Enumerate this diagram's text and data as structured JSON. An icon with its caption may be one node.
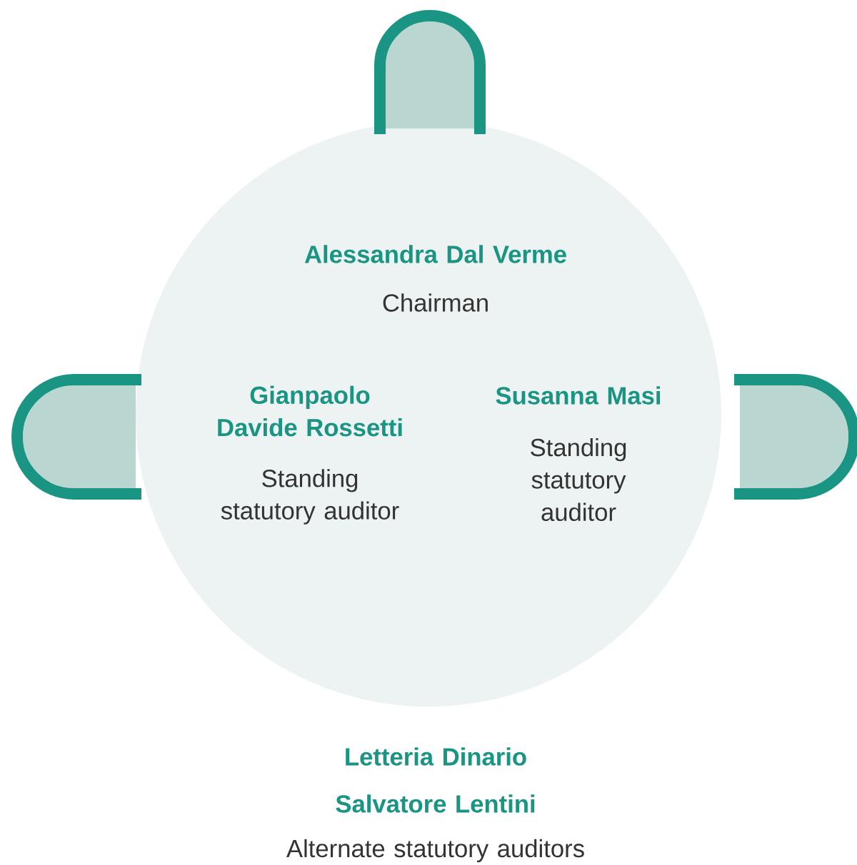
{
  "diagram": {
    "labels": [
      "Alessandra Dal Verme",
      "Chairman",
      "Gianpaolo Davide Rossetti",
      "Standing statutory auditor",
      "Susanna Masi",
      "Standing statutory auditor",
      "Letteria Dinario",
      "Salvatore Lentini",
      "Alternate statutory auditors"
    ]
  }
}
